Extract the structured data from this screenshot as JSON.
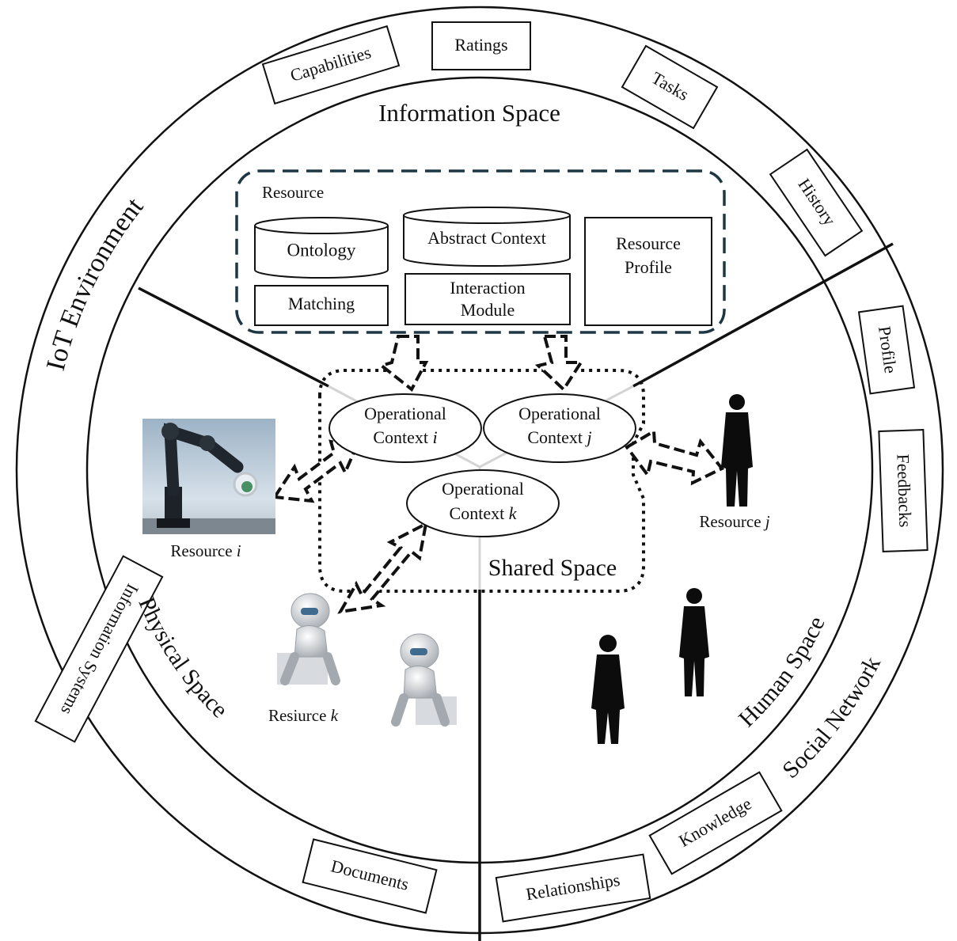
{
  "outer_ring": {
    "title": "IoT Environment",
    "items": [
      "Ratings",
      "Capabilities",
      "Tasks",
      "History",
      "Profile",
      "Feedbacks",
      "Knowledge",
      "Relationships",
      "Documents",
      "Information Systems"
    ],
    "social_network_label": "Social Network"
  },
  "spaces": {
    "information": "Information Space",
    "physical": "Physical Space",
    "human": "Human Space",
    "shared": "Shared Space"
  },
  "resource_box": {
    "title": "Resource",
    "ontology": "Ontology",
    "matching": "Matching",
    "abstract_context": "Abstract Context",
    "interaction_line1": "Interaction",
    "interaction_line2": "Module",
    "profile_line1": "Resource",
    "profile_line2": "Profile"
  },
  "contexts": [
    {
      "line1": "Operational",
      "line2": "Context",
      "var": "i"
    },
    {
      "line1": "Operational",
      "line2": "Context",
      "var": "j"
    },
    {
      "line1": "Operational",
      "line2": "Context",
      "var": "k"
    }
  ],
  "resources": {
    "i": {
      "label": "Resource",
      "var": "i"
    },
    "j": {
      "label": "Resource",
      "var": "j"
    },
    "k": {
      "label": "Resiurce",
      "var": "k"
    }
  },
  "colors": {
    "dashed_frame": "#1d3745",
    "ink": "#111111",
    "robot_blue": "#3f6b8e"
  }
}
